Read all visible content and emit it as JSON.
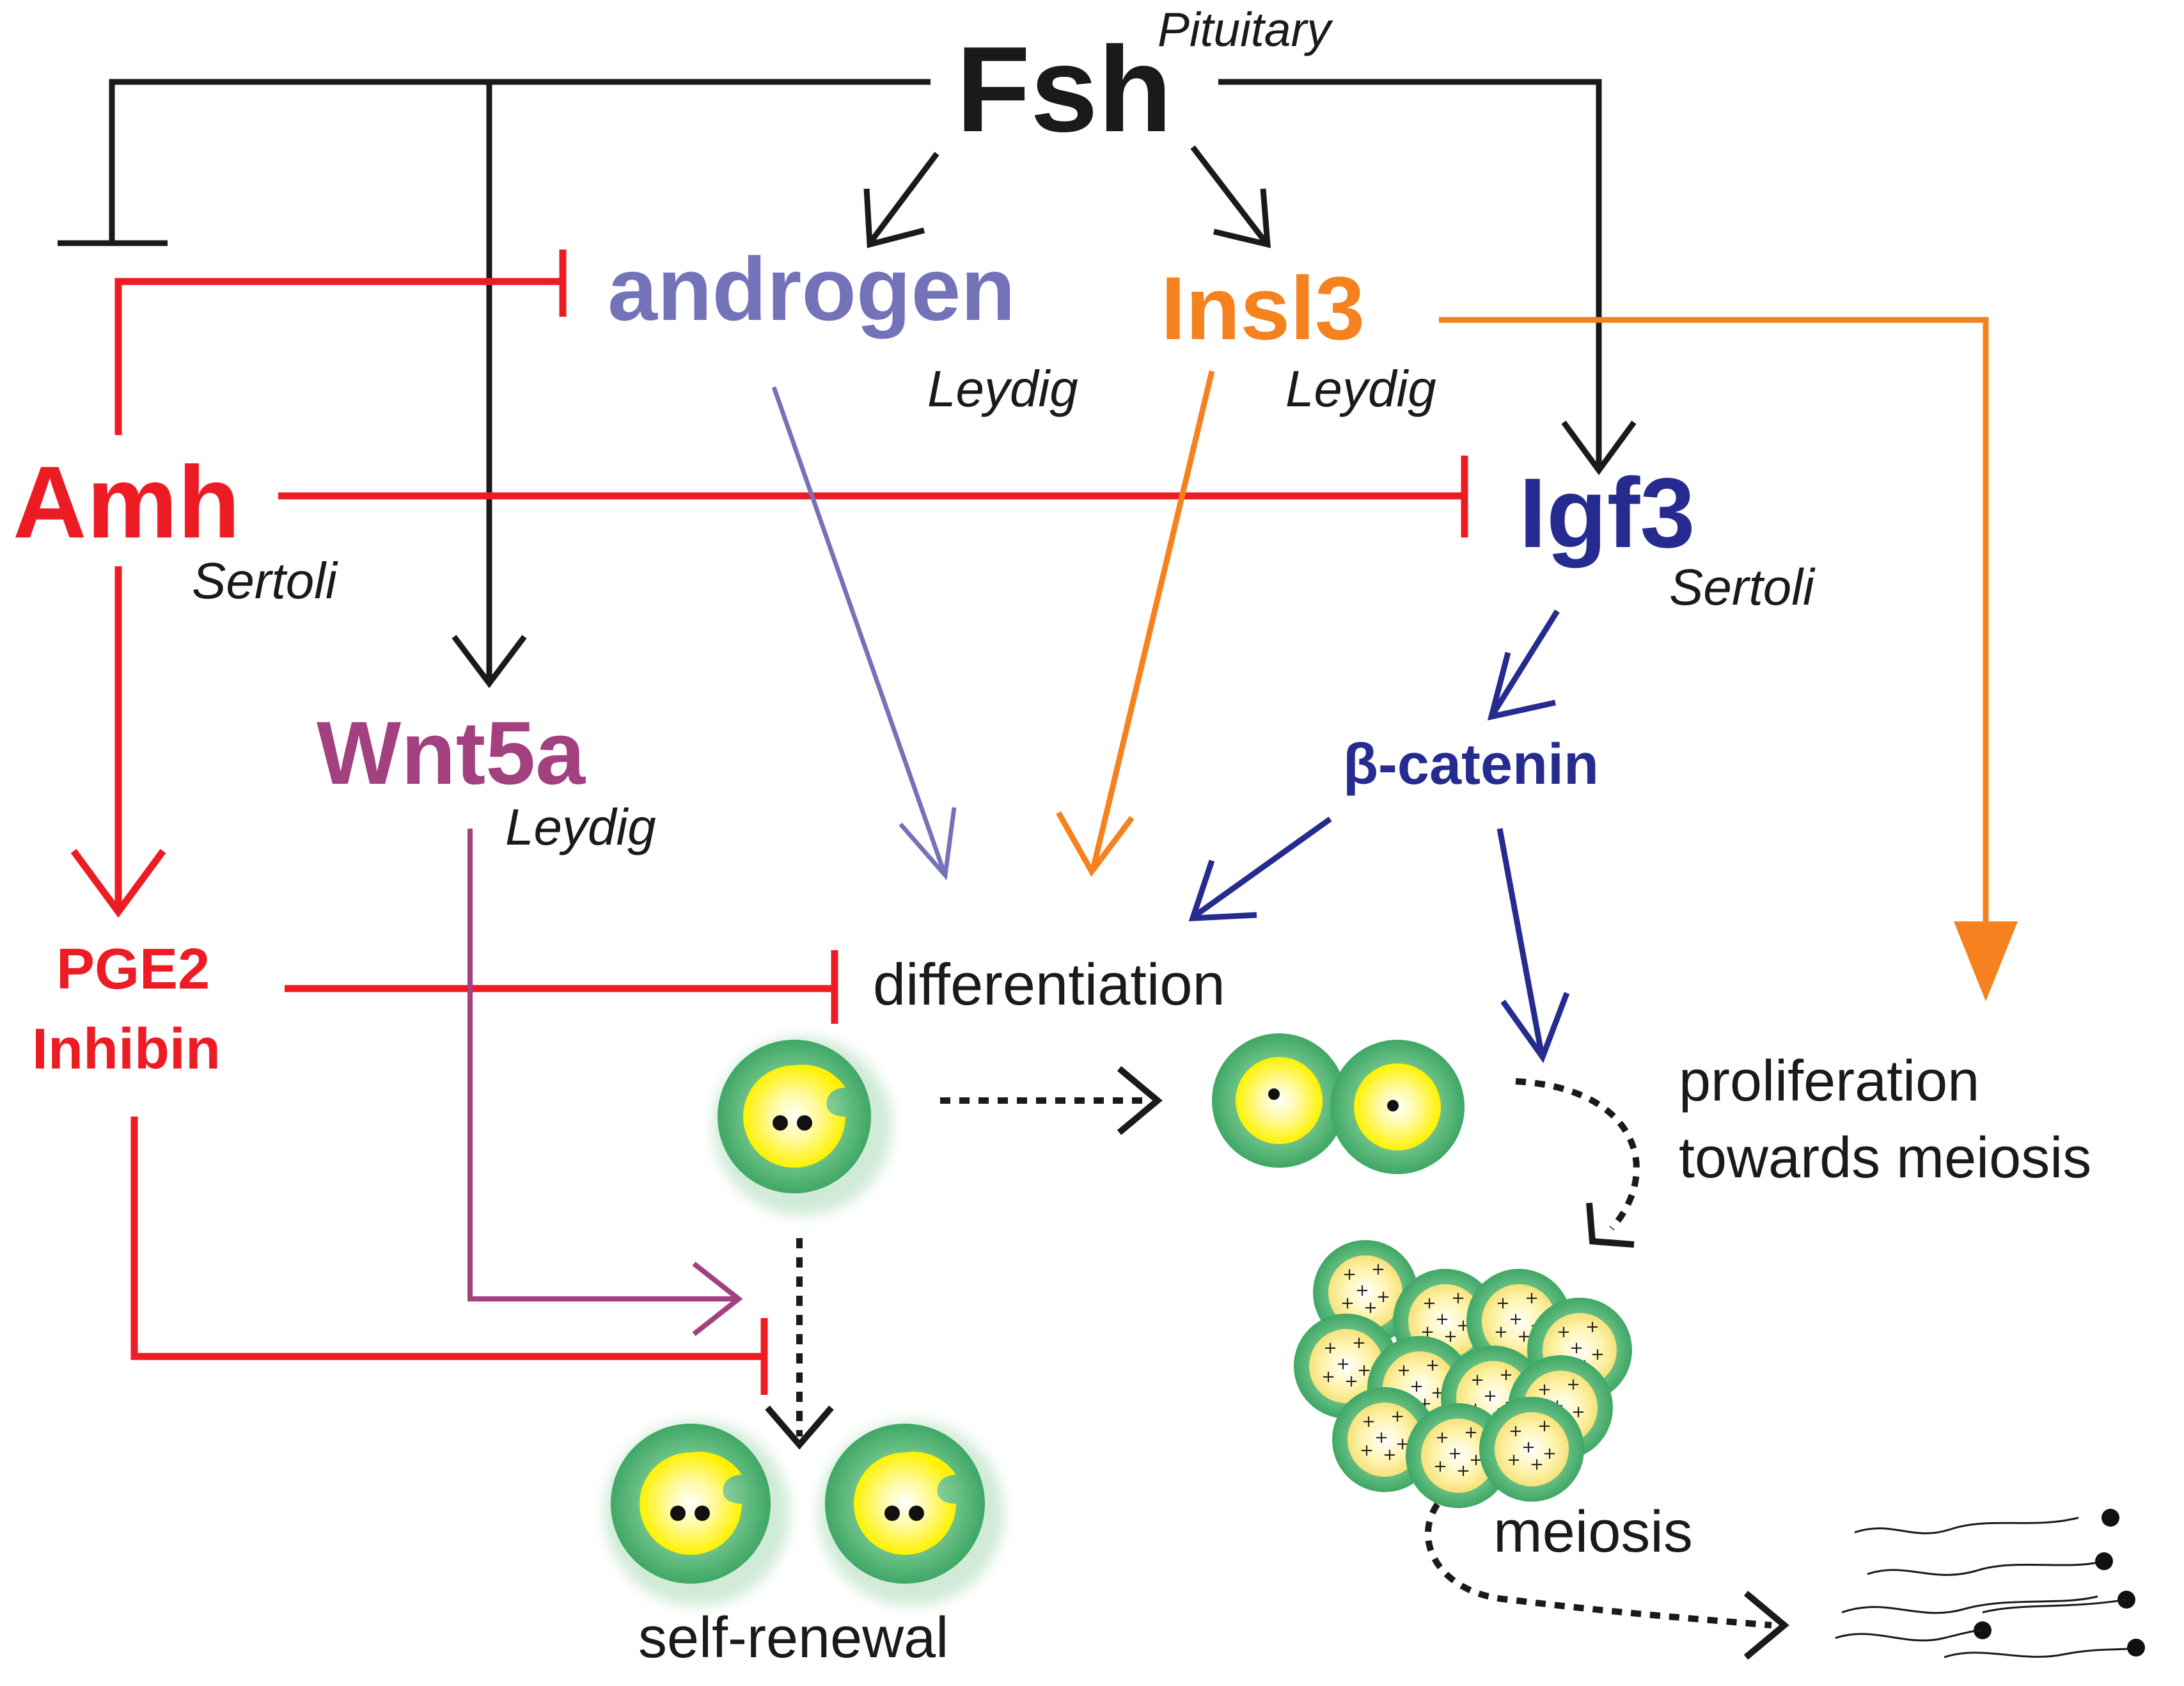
{
  "nodes": {
    "fsh": "Fsh",
    "pituitary": "Pituitary",
    "androgen": "androgen",
    "androgen_source": "Leydig",
    "insl3": "Insl3",
    "insl3_source": "Leydig",
    "amh": "Amh",
    "amh_source": "Sertoli",
    "igf3": "Igf3",
    "igf3_source": "Sertoli",
    "wnt5a": "Wnt5a",
    "wnt5a_source": "Leydig",
    "beta_catenin": "β-catenin",
    "pge2": "PGE2",
    "inhibin": "Inhibin"
  },
  "processes": {
    "differentiation": "differentiation",
    "proliferation_line1": "proliferation",
    "proliferation_line2": "towards meiosis",
    "meiosis": "meiosis",
    "self_renewal": "self-renewal"
  },
  "colors": {
    "fsh": "#1a1a1a",
    "androgen": "#7472b8",
    "insl3": "#f5821f",
    "amh": "#ed1c24",
    "igf3": "#262b8f",
    "wnt5a": "#a3407f",
    "cell_outer": "#5ab77a",
    "cell_inner": "#fff200"
  }
}
